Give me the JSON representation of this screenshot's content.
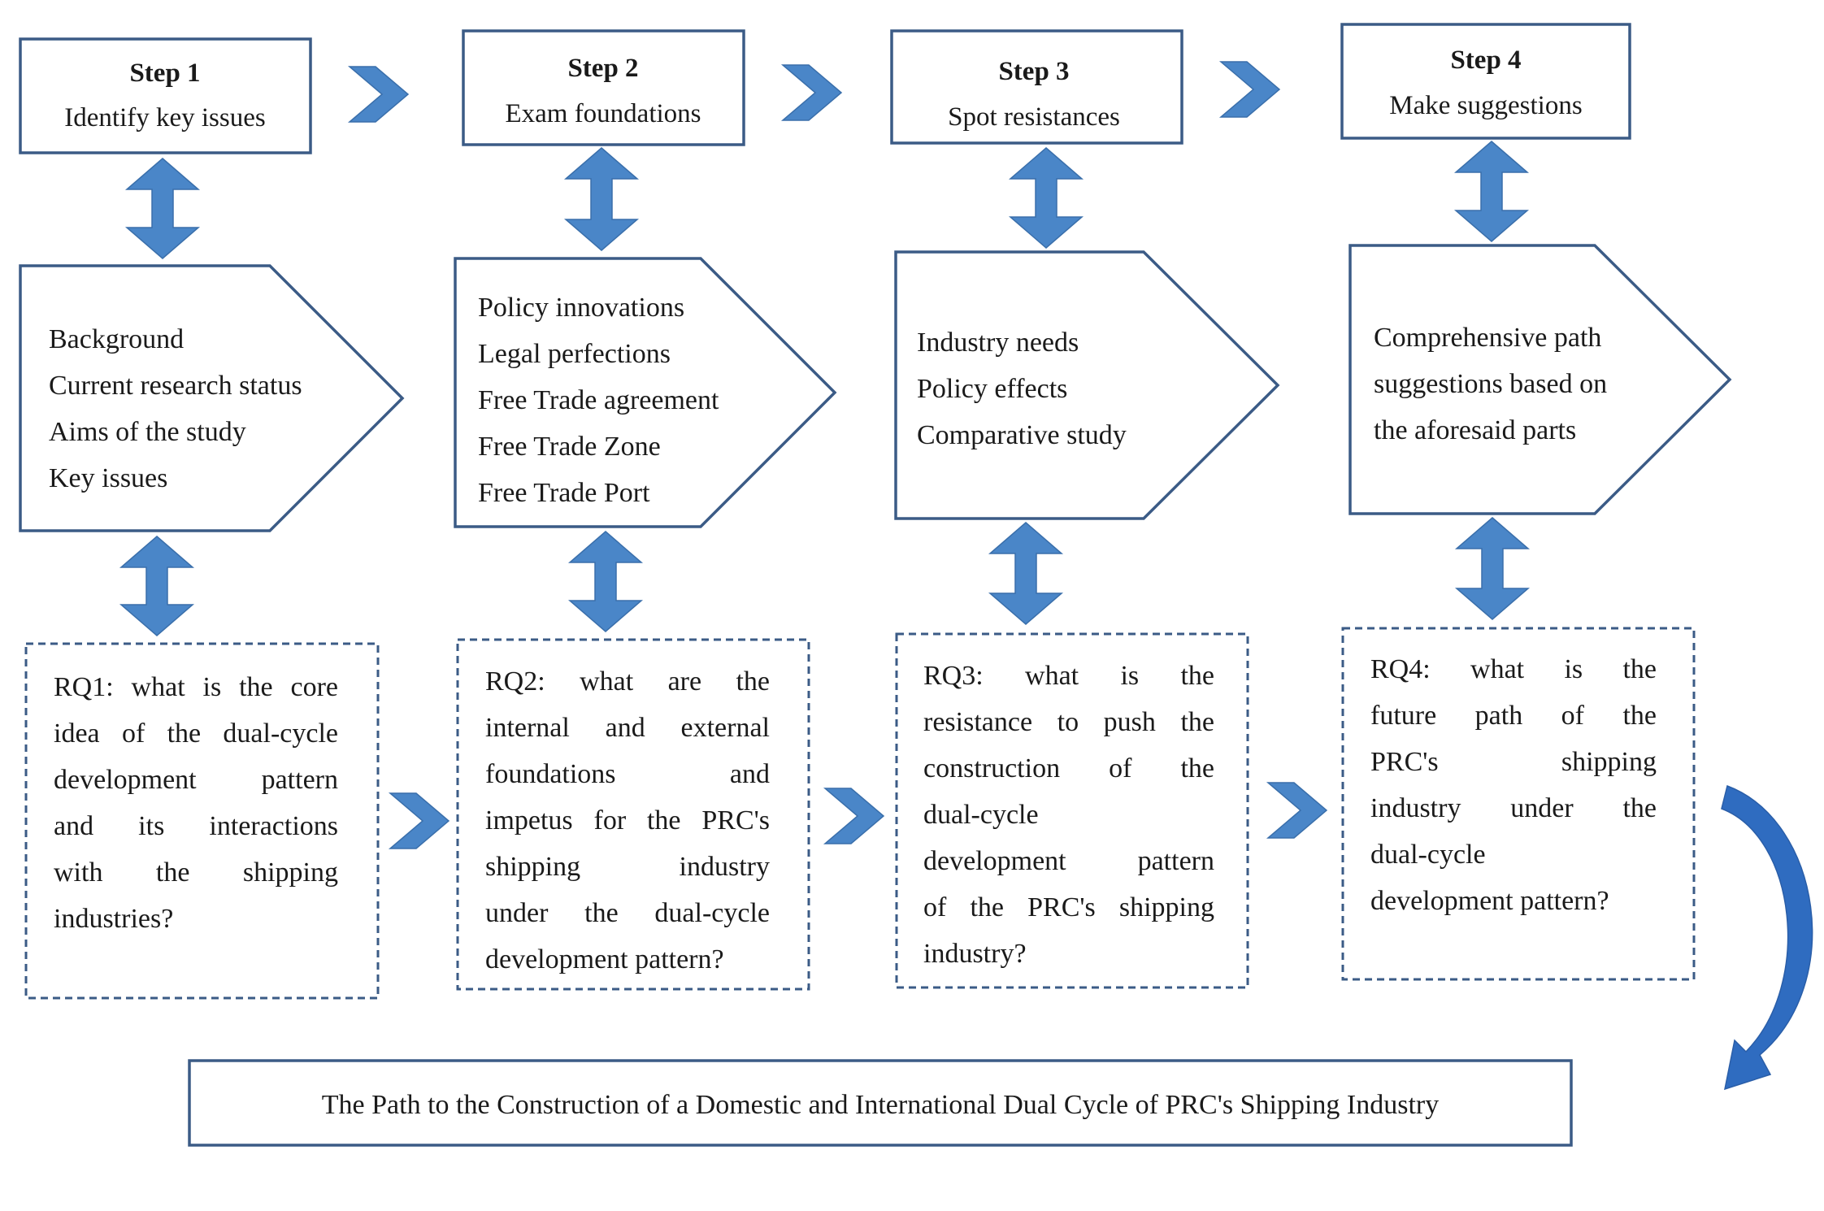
{
  "steps": [
    {
      "title": "Step 1",
      "subtitle": "Identify key issues",
      "content": [
        "Background",
        "Current research status",
        "Aims of the study",
        "Key issues"
      ],
      "rq": [
        "RQ1: what is the core",
        "idea of the dual-cycle",
        "development pattern",
        "and its interactions",
        "with the shipping",
        "industries?"
      ]
    },
    {
      "title": "Step 2",
      "subtitle": "Exam foundations",
      "content": [
        "Policy innovations",
        "Legal perfections",
        "Free Trade agreement",
        "Free Trade Zone",
        "Free Trade Port"
      ],
      "rq": [
        "RQ2: what are the",
        "internal and external",
        "foundations and",
        "impetus for the PRC's",
        "shipping industry",
        "under the dual-cycle",
        "development pattern?"
      ]
    },
    {
      "title": "Step 3",
      "subtitle": "Spot resistances",
      "content": [
        "Industry needs",
        "Policy effects",
        "Comparative study"
      ],
      "rq": [
        "RQ3: what is the",
        "resistance to push the",
        "construction of the",
        "dual-cycle",
        "development pattern",
        "of the PRC's shipping",
        "industry?"
      ]
    },
    {
      "title": "Step 4",
      "subtitle": "Make suggestions",
      "content": [
        "Comprehensive path",
        "suggestions based on",
        "the aforesaid parts"
      ],
      "rq": [
        "RQ4: what is the",
        "future path of the",
        "PRC's shipping",
        "industry under the",
        "dual-cycle",
        "development pattern?"
      ]
    }
  ],
  "footer": "The Path to the Construction of a Domestic and International Dual Cycle of PRC's Shipping Industry",
  "colors": {
    "arrow": "#4a86c8",
    "border": "#3b5b86"
  },
  "icons": [
    "chevron-right-icon",
    "double-arrow-vertical-icon",
    "curved-arrow-icon"
  ]
}
